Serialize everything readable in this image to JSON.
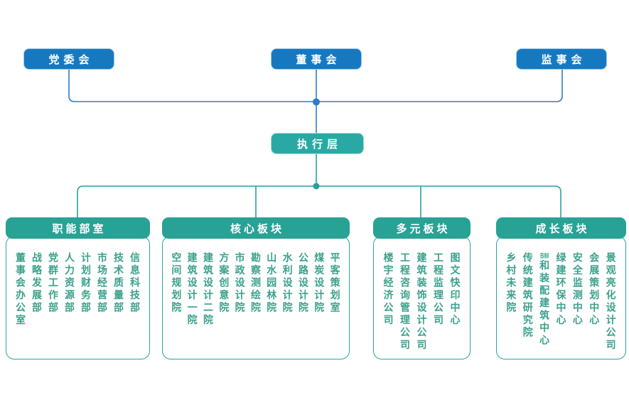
{
  "top_boxes": [
    {
      "id": "party-committee",
      "label": "党委会"
    },
    {
      "id": "board-of-directors",
      "label": "董事会"
    },
    {
      "id": "supervisory-board",
      "label": "监事会"
    }
  ],
  "executive": {
    "label": "执行层"
  },
  "sections": [
    {
      "title": "职能部室",
      "items": [
        "董事会办公室",
        "战略发展部",
        "党群工作部",
        "人力资源部",
        "计划财务部",
        "市场经营部",
        "技术质量部",
        "信息科技部"
      ]
    },
    {
      "title": "核心板块",
      "items": [
        "空间规划院",
        "建筑设计一院",
        "建筑设计二院",
        "方案创意院",
        "市政设计院",
        "勘察测绘院",
        "山水园林院",
        "水利设计院",
        "公路设计院",
        "煤炭设计院",
        "平客策划室"
      ]
    },
    {
      "title": "多元板块",
      "items": [
        "楼宇经济公司",
        "工程咨询管理公司",
        "建筑装饰设计公司",
        "工程监理公司",
        "图文快印中心"
      ]
    },
    {
      "title": "成长板块",
      "items": [
        "乡村未来院",
        "传统建筑研究院",
        "BIM和装配建筑中心",
        "绿建环保中心",
        "安全监测中心",
        "会展策划中心",
        "景观亮化设计公司"
      ]
    }
  ],
  "colors": {
    "blue": "#1679c0",
    "blue_line": "#2e7cc3",
    "teal": "#2aa9a4",
    "teal_header": "#27a295",
    "teal_line": "#2c9f9b",
    "text_green": "#3ba18b"
  }
}
